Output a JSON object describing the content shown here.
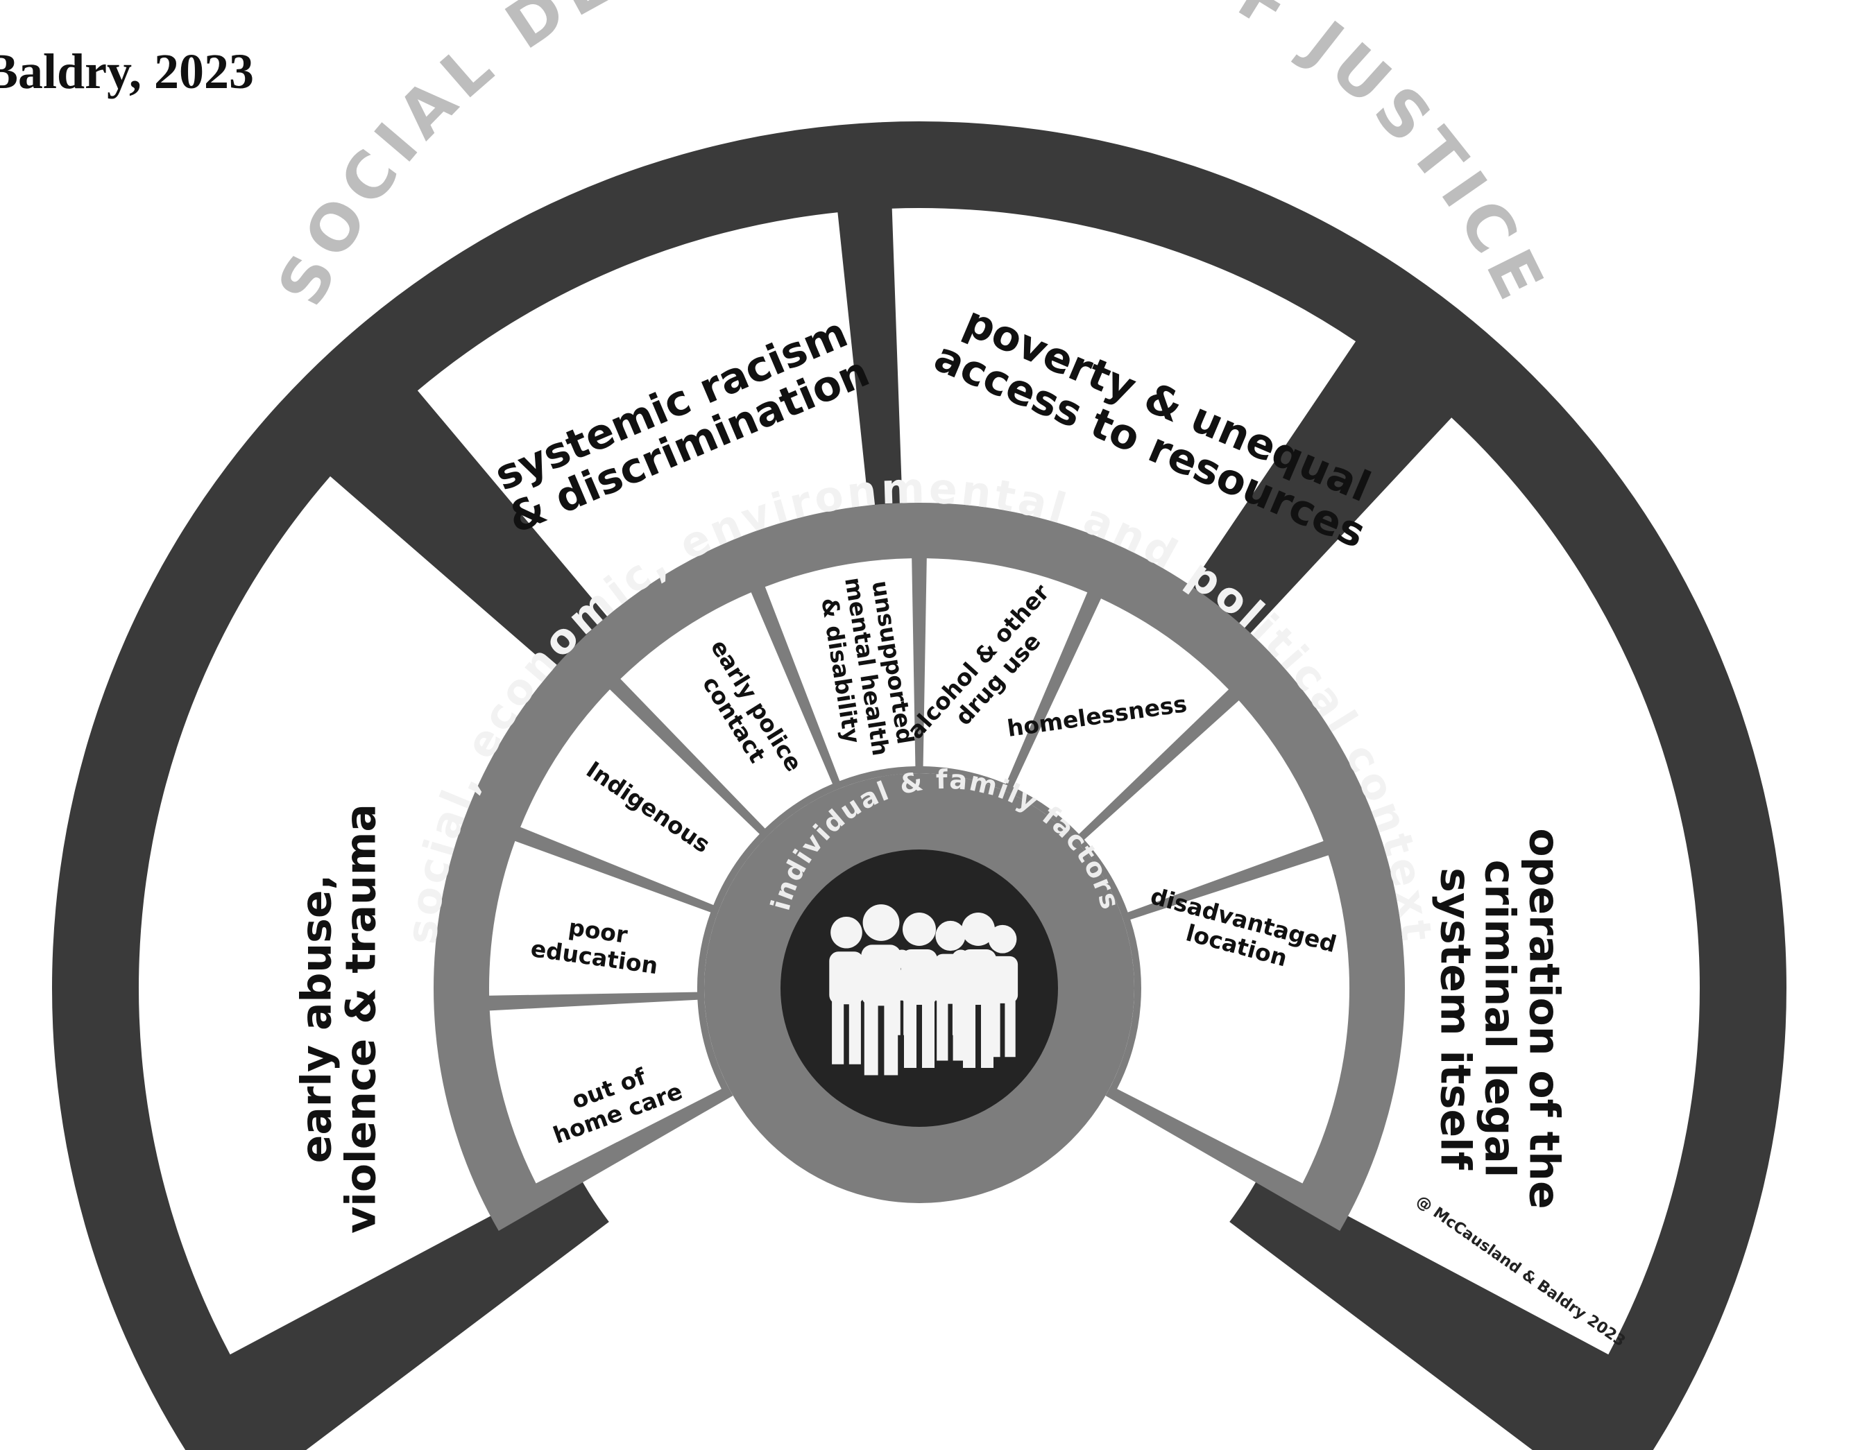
{
  "caption": "Baldry, 2023",
  "colors": {
    "outer_ring": "#3a3a3a",
    "middle_ring": "#7d7d7d",
    "hub": "#242424",
    "panel": "#ffffff",
    "ink": "#111111"
  },
  "outer_ring": {
    "title": "SOCIAL DETERMINANTS OF JUSTICE",
    "segments": [
      {
        "lines": [
          "early abuse,",
          "violence & trauma"
        ]
      },
      {
        "lines": [
          "systemic racism",
          "& discrimination"
        ]
      },
      {
        "lines": [
          "poverty & unequal",
          "access to resources"
        ]
      },
      {
        "lines": [
          "operation of the",
          "criminal legal",
          "system itself"
        ]
      }
    ]
  },
  "middle_ring": {
    "title": "social, economic, environmental and political context",
    "segments": [
      {
        "lines": [
          "out of",
          "home care"
        ]
      },
      {
        "lines": [
          "poor",
          "education"
        ]
      },
      {
        "lines": [
          "Indigenous"
        ]
      },
      {
        "lines": [
          "early police",
          "contact"
        ]
      },
      {
        "lines": [
          "unsupported",
          "mental health",
          "& disability"
        ]
      },
      {
        "lines": [
          "alcohol & other",
          "drug use"
        ]
      },
      {
        "lines": [
          "homelessness"
        ]
      },
      {
        "lines": [
          "disadvantaged",
          "location"
        ]
      }
    ]
  },
  "hub": {
    "title": "individual & family factors",
    "icon": "family-group-icon"
  },
  "copyright": "@ McCausland & Baldry 2023"
}
